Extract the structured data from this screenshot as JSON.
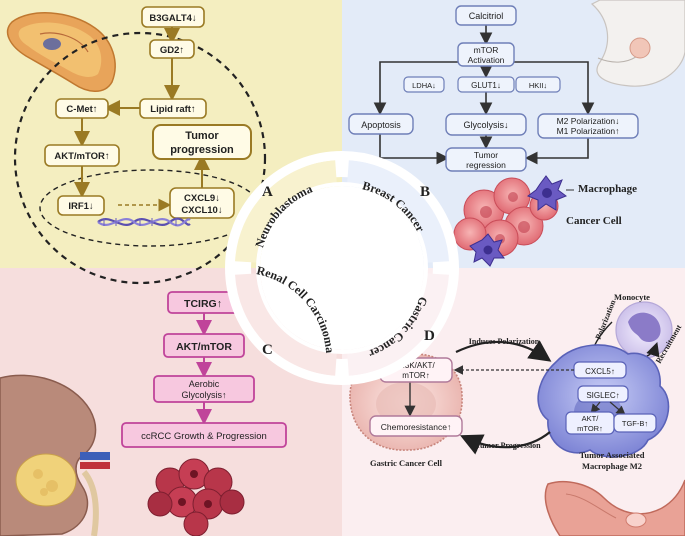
{
  "center_ring": {
    "top_left": "Neuroblastoma",
    "top_right": "Breast Cancer",
    "bottom_left": "Renal Cell Carcinoma",
    "bottom_right": "Gastric Cancer"
  },
  "panel_a": {
    "letter": "A",
    "b3galt4": "B3GALT4↓",
    "gd2": "GD2↑",
    "lipid_raft": "Lipid raft↑",
    "cmet": "C-Met↑",
    "akt": "AKT/mTOR↑",
    "irf1": "IRF1↓",
    "cxcl9": "CXCL9↓",
    "cxcl10": "CXCL10↓",
    "tumor_progression_1": "Tumor",
    "tumor_progression_2": "progression"
  },
  "panel_b": {
    "letter": "B",
    "calcitriol": "Calcitriol",
    "mtor_1": "mTOR",
    "mtor_2": "Activation",
    "ldha": "LDHA↓",
    "glut1": "GLUT1↓",
    "hkii": "HKII↓",
    "apoptosis": "Apoptosis",
    "glycolysis": "Glycolysis↓",
    "m2": "M2 Polarization↓",
    "m1": "M1 Polarization↑",
    "tumor_regression_1": "Tumor",
    "tumor_regression_2": "regression",
    "macrophage": "Macrophage",
    "cancer_cell": "Cancer Cell"
  },
  "panel_c": {
    "letter": "C",
    "tcirg": "TCIRG↑",
    "akt": "AKT/mTOR",
    "aerobic_1": "Aerobic",
    "aerobic_2": "Glycolysis↑",
    "ccrcc": "ccRCC Growth & Progression"
  },
  "panel_d": {
    "letter": "D",
    "monocyte": "Monocyte",
    "polarization": "Polarization",
    "recruitment": "Recruitment",
    "induces_polarization": "Induces Polarization",
    "pi3k_1": "PI3K/AKT/",
    "pi3k_2": "mTOR↑",
    "chemoresistance": "Chemoresistance↑",
    "tumor_progression": "Tumor Progression",
    "gastric_cell": "Gastric Cancer Cell",
    "cxcl5": "CXCL5↑",
    "siglec": "SIGLEC↑",
    "akt_1": "AKT/",
    "akt_2": "mTOR↑",
    "tgfb": "TGF-B↑",
    "tam_1": "Tumor Associated",
    "tam_2": "Macrophage M2"
  },
  "colors": {
    "quad_a_bg": "#f4eec0",
    "quad_b_bg": "#e3ebf8",
    "quad_c_bg": "#f6dedd",
    "quad_d_bg": "#fbeef0",
    "a_stroke": "#9a7a24",
    "b_stroke": "#6f7fb8",
    "c_stroke": "#c0449a",
    "d_stroke": "#b07a9a"
  }
}
